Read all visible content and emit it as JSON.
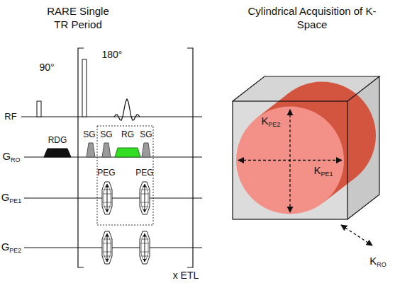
{
  "diagram": {
    "labels": [
      "RARE Single TR Period",
      "Cylindrical Acquisition of K-Space",
      "90°",
      "180°",
      "RF",
      "GRO",
      "RDG",
      "SG",
      "SG",
      "RG",
      "SG",
      "PEG",
      "PEG",
      "GPE1",
      "GPE2",
      "x ETL",
      "KPE2",
      "KPE1",
      "KRO"
    ]
  }
}
